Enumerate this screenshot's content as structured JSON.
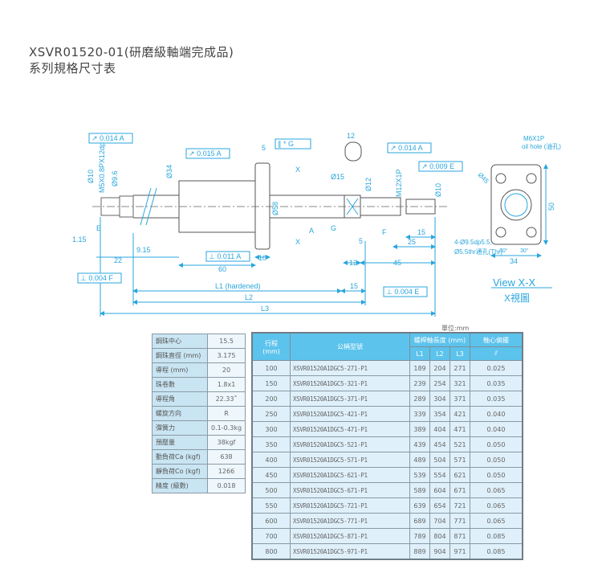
{
  "title": {
    "line1": "XSVR01520-01(研磨級軸端完成品)",
    "line2": "系列規格尺寸表"
  },
  "drawing": {
    "gtol": {
      "runout_left": {
        "symbol": "↗",
        "value": "0.014",
        "datum": "A"
      },
      "runout_nut": {
        "symbol": "↗",
        "value": "0.015",
        "datum": "A"
      },
      "parallel_flange": {
        "symbol": "∥",
        "value": "*",
        "datum": "G"
      },
      "runout_right": {
        "symbol": "↗",
        "value": "0.014",
        "datum": "A"
      },
      "runout_end": {
        "symbol": "↗",
        "value": "0.009",
        "datum": "E"
      },
      "perp_nut": {
        "symbol": "⊥",
        "value": "0.011",
        "datum": "A"
      },
      "perp_left": {
        "symbol": "⊥",
        "value": "0.004",
        "datum": "F"
      },
      "perp_right": {
        "symbol": "⊥",
        "value": "0.004",
        "datum": "E"
      }
    },
    "datums": {
      "E": "E",
      "A": "A",
      "G": "G",
      "F": "F"
    },
    "labels": {
      "d_left": "Ø10",
      "thread_left": "M5X0.8PX12dp",
      "d_groove": "Ø9.6",
      "d_nut": "Ø34",
      "flange_w": "5",
      "d_flange": "Ø58",
      "d_oil": "Ø15",
      "width_oil": "12",
      "d_right": "Ø12",
      "thread_right": "M12X1P",
      "d_end": "Ø10",
      "section_x_top": "X",
      "section_x_bottom": "X",
      "dim_115": "1.15",
      "dim_915": "9.15",
      "dim_22": "22",
      "dim_60": "60",
      "dim_10": "10",
      "dim_5": "5",
      "dim_12": "12",
      "dim_45": "45",
      "dim_15": "15",
      "dim_25": "25",
      "dim_15b": "15",
      "L1": "L1 (hardened)",
      "L2": "L2",
      "L3": "L3",
      "holes_1": "4-Ø9.5dp5.5,",
      "holes_2": "Ø5.5thr通孔(Thr)"
    },
    "view": {
      "oil_hole_1": "M6X1P",
      "oil_hole_2": "oil hole (油孔)",
      "pcd": "Ø45",
      "height": "50",
      "width": "34",
      "angle_l": "30°",
      "angle_r": "30°",
      "caption_en": "View X-X",
      "caption_zh": "X視圖"
    }
  },
  "spec_table": [
    {
      "key": "鋼珠中心",
      "value": "15.5"
    },
    {
      "key": "鋼珠直徑 (mm)",
      "value": "3.175"
    },
    {
      "key": "導程 (mm)",
      "value": "20"
    },
    {
      "key": "珠卷數",
      "value": "1.8x1"
    },
    {
      "key": "導程角",
      "value": "22.33˚"
    },
    {
      "key": "螺旋方向",
      "value": "R"
    },
    {
      "key": "彈簧力",
      "value": "0.1-0.3kg"
    },
    {
      "key": "預壓量",
      "value": "38kgf"
    },
    {
      "key": "動負荷Ca (kgf)",
      "value": "638"
    },
    {
      "key": "靜負荷Co (kgf)",
      "value": "1266"
    },
    {
      "key": "精度 (級數)",
      "value": "0.018"
    }
  ],
  "model_table": {
    "unit": "單位:mm",
    "headers": {
      "stroke": "行程 (mm)",
      "model": "公稱型號",
      "length_group": "螺桿軸長度 (mm)",
      "runout_group": "軸心偏擺",
      "l1": "L1",
      "l2": "L2",
      "l3": "L3",
      "runout_symbol": "⫽"
    },
    "rows": [
      {
        "stroke": "100",
        "model": "XSVR01520A1DGC5-271-P1",
        "l1": "189",
        "l2": "204",
        "l3": "271",
        "runout": "0.025"
      },
      {
        "stroke": "150",
        "model": "XSVR01520A1DGC5-321-P1",
        "l1": "239",
        "l2": "254",
        "l3": "321",
        "runout": "0.035"
      },
      {
        "stroke": "200",
        "model": "XSVR01520A1DGC5-371-P1",
        "l1": "289",
        "l2": "304",
        "l3": "371",
        "runout": "0.035"
      },
      {
        "stroke": "250",
        "model": "XSVR01520A1DGC5-421-P1",
        "l1": "339",
        "l2": "354",
        "l3": "421",
        "runout": "0.040"
      },
      {
        "stroke": "300",
        "model": "XSVR01520A1DGC5-471-P1",
        "l1": "389",
        "l2": "404",
        "l3": "471",
        "runout": "0.040"
      },
      {
        "stroke": "350",
        "model": "XSVR01520A1DGC5-521-P1",
        "l1": "439",
        "l2": "454",
        "l3": "521",
        "runout": "0.050"
      },
      {
        "stroke": "400",
        "model": "XSVR01520A1DGC5-571-P1",
        "l1": "489",
        "l2": "504",
        "l3": "571",
        "runout": "0.050"
      },
      {
        "stroke": "450",
        "model": "XSVR01520A1DGC5-621-P1",
        "l1": "539",
        "l2": "554",
        "l3": "621",
        "runout": "0.050"
      },
      {
        "stroke": "500",
        "model": "XSVR01520A1DGC5-671-P1",
        "l1": "589",
        "l2": "604",
        "l3": "671",
        "runout": "0.065"
      },
      {
        "stroke": "550",
        "model": "XSVR01520A1DGC5-721-P1",
        "l1": "639",
        "l2": "654",
        "l3": "721",
        "runout": "0.065"
      },
      {
        "stroke": "600",
        "model": "XSVR01520A1DGC5-771-P1",
        "l1": "689",
        "l2": "704",
        "l3": "771",
        "runout": "0.065"
      },
      {
        "stroke": "700",
        "model": "XSVR01520A1DGC5-871-P1",
        "l1": "789",
        "l2": "804",
        "l3": "871",
        "runout": "0.085"
      },
      {
        "stroke": "800",
        "model": "XSVR01520A1DGC5-971-P1",
        "l1": "889",
        "l2": "904",
        "l3": "971",
        "runout": "0.085"
      }
    ]
  }
}
